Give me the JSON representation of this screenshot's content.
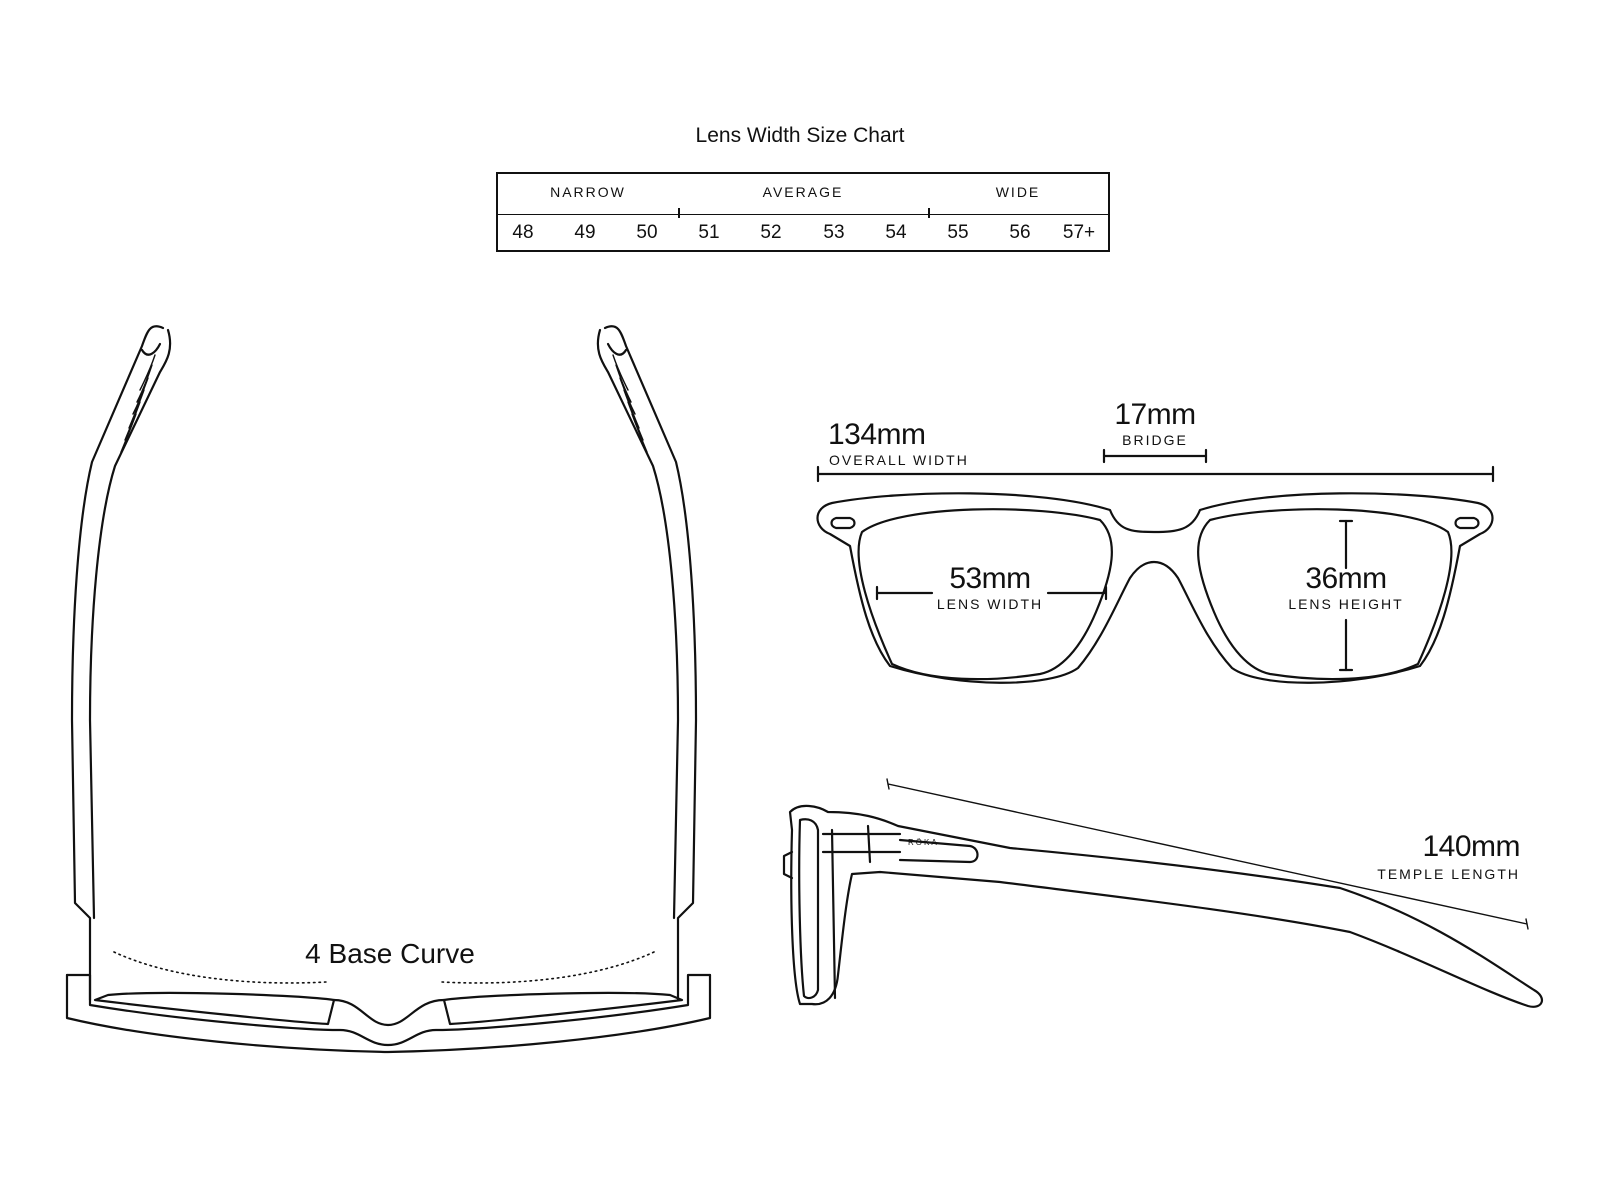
{
  "size_chart": {
    "title": "Lens Width Size Chart",
    "categories": [
      "NARROW",
      "AVERAGE",
      "WIDE"
    ],
    "sizes": [
      "48",
      "49",
      "50",
      "51",
      "52",
      "53",
      "54",
      "55",
      "56",
      "57+"
    ]
  },
  "measurements": {
    "overall_width": {
      "value": "134mm",
      "label": "OVERALL WIDTH"
    },
    "bridge": {
      "value": "17mm",
      "label": "BRIDGE"
    },
    "lens_width": {
      "value": "53mm",
      "label": "LENS WIDTH"
    },
    "lens_height": {
      "value": "36mm",
      "label": "LENS HEIGHT"
    },
    "temple_length": {
      "value": "140mm",
      "label": "TEMPLE LENGTH"
    }
  },
  "top_view": {
    "base_curve_label": "4 Base Curve"
  },
  "side_view": {
    "brand_mark": "RÖKA"
  }
}
